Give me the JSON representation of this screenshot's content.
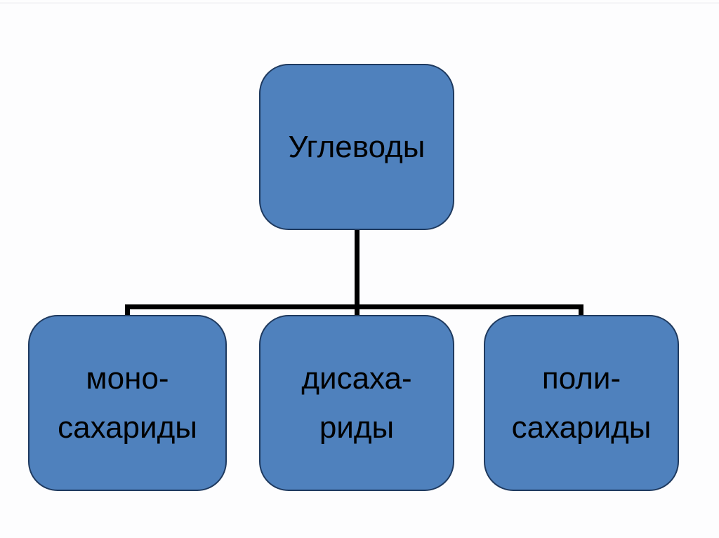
{
  "diagram": {
    "type": "hierarchy",
    "root": {
      "label": "Углеводы"
    },
    "children": [
      {
        "id": "monosaccharides",
        "line1": "моно-",
        "line2": "сахариды"
      },
      {
        "id": "disaccharides",
        "line1": "дисаха-",
        "line2": "риды"
      },
      {
        "id": "polysaccharides",
        "line1": "поли-",
        "line2": "сахариды"
      }
    ],
    "colors": {
      "node_fill": "#4f81bd",
      "node_border": "#1f3a5f",
      "connector": "#000000",
      "text": "#000000",
      "background": "#fdfdfe"
    }
  }
}
